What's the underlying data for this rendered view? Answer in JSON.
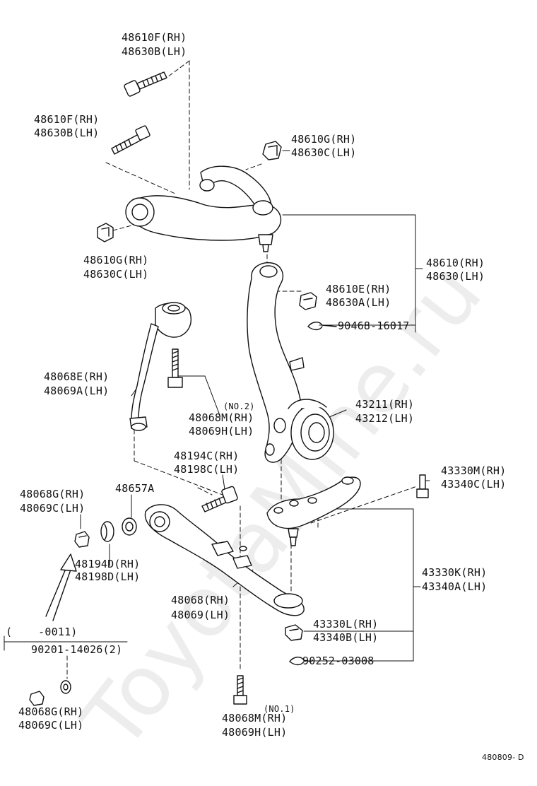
{
  "watermark": "ToyotaMine.ru",
  "diagram_code": "480809- D",
  "labels": {
    "bolt_top_a": "48610F(RH)",
    "bolt_top_b": "48630B(LH)",
    "bolt_left_a": "48610F(RH)",
    "bolt_left_b": "48630B(LH)",
    "nut_upper_right_a": "48610G(RH)",
    "nut_upper_right_b": "48630C(LH)",
    "nut_upper_left_a": "48610G(RH)",
    "nut_upper_left_b": "48630C(LH)",
    "upper_arm_a": "48610(RH)",
    "upper_arm_b": "48630(LH)",
    "castle_nut_a": "48610E(RH)",
    "castle_nut_b": "48630A(LH)",
    "cotter_pin_upper": "90468-16017",
    "strut_bar_a": "48068E(RH)",
    "strut_bar_b": "48069A(LH)",
    "no2": "(NO.2)",
    "bolt_no2_a": "48068M(RH)",
    "bolt_no2_b": "48069H(LH)",
    "knuckle_a": "43211(RH)",
    "knuckle_b": "43212(LH)",
    "bolt_strut_a": "48194C(RH)",
    "bolt_strut_b": "48198C(LH)",
    "bushing": "48657A",
    "nut_lower_a": "48068G(RH)",
    "nut_lower_b": "48069C(LH)",
    "bolt_ball_a": "43330M(RH)",
    "bolt_ball_b": "43340C(LH)",
    "retainer_a": "48194D(RH)",
    "retainer_b": "48198D(LH)",
    "ball_joint_a": "43330K(RH)",
    "ball_joint_b": "43340A(LH)",
    "lower_arm_a": "48068(RH)",
    "lower_arm_b": "48069(LH)",
    "ball_nut_a": "43330L(RH)",
    "ball_nut_b": "43340B(LH)",
    "date_range": "(    -0011)",
    "washer_part": "90201-14026(2)",
    "cotter_pin_lower": "90252-03008",
    "nut_bottom_a": "48068G(RH)",
    "nut_bottom_b": "48069C(LH)",
    "no1": "(NO.1)",
    "bolt_no1_a": "48068M(RH)",
    "bolt_no1_b": "48069H(LH)"
  }
}
